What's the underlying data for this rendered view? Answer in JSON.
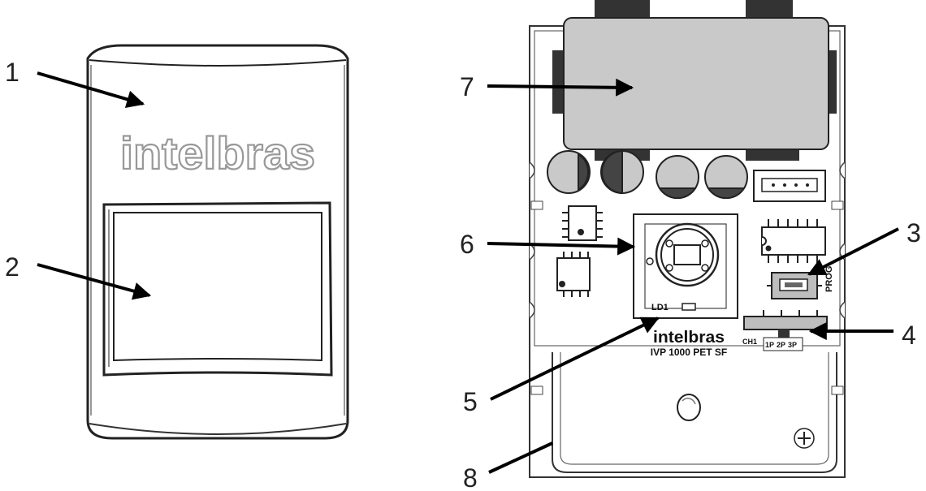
{
  "front_view": {
    "brand_logo": "intelbras"
  },
  "board_view": {
    "brand_logo": "intelbras",
    "model": "IVP 1000 PET SF",
    "led_label": "LD1",
    "switch_label": "PROG",
    "jumper_label": "CH1",
    "jumper_options": [
      "1P",
      "2P",
      "3P"
    ]
  },
  "callouts": [
    "1",
    "2",
    "3",
    "4",
    "5",
    "6",
    "7",
    "8"
  ]
}
